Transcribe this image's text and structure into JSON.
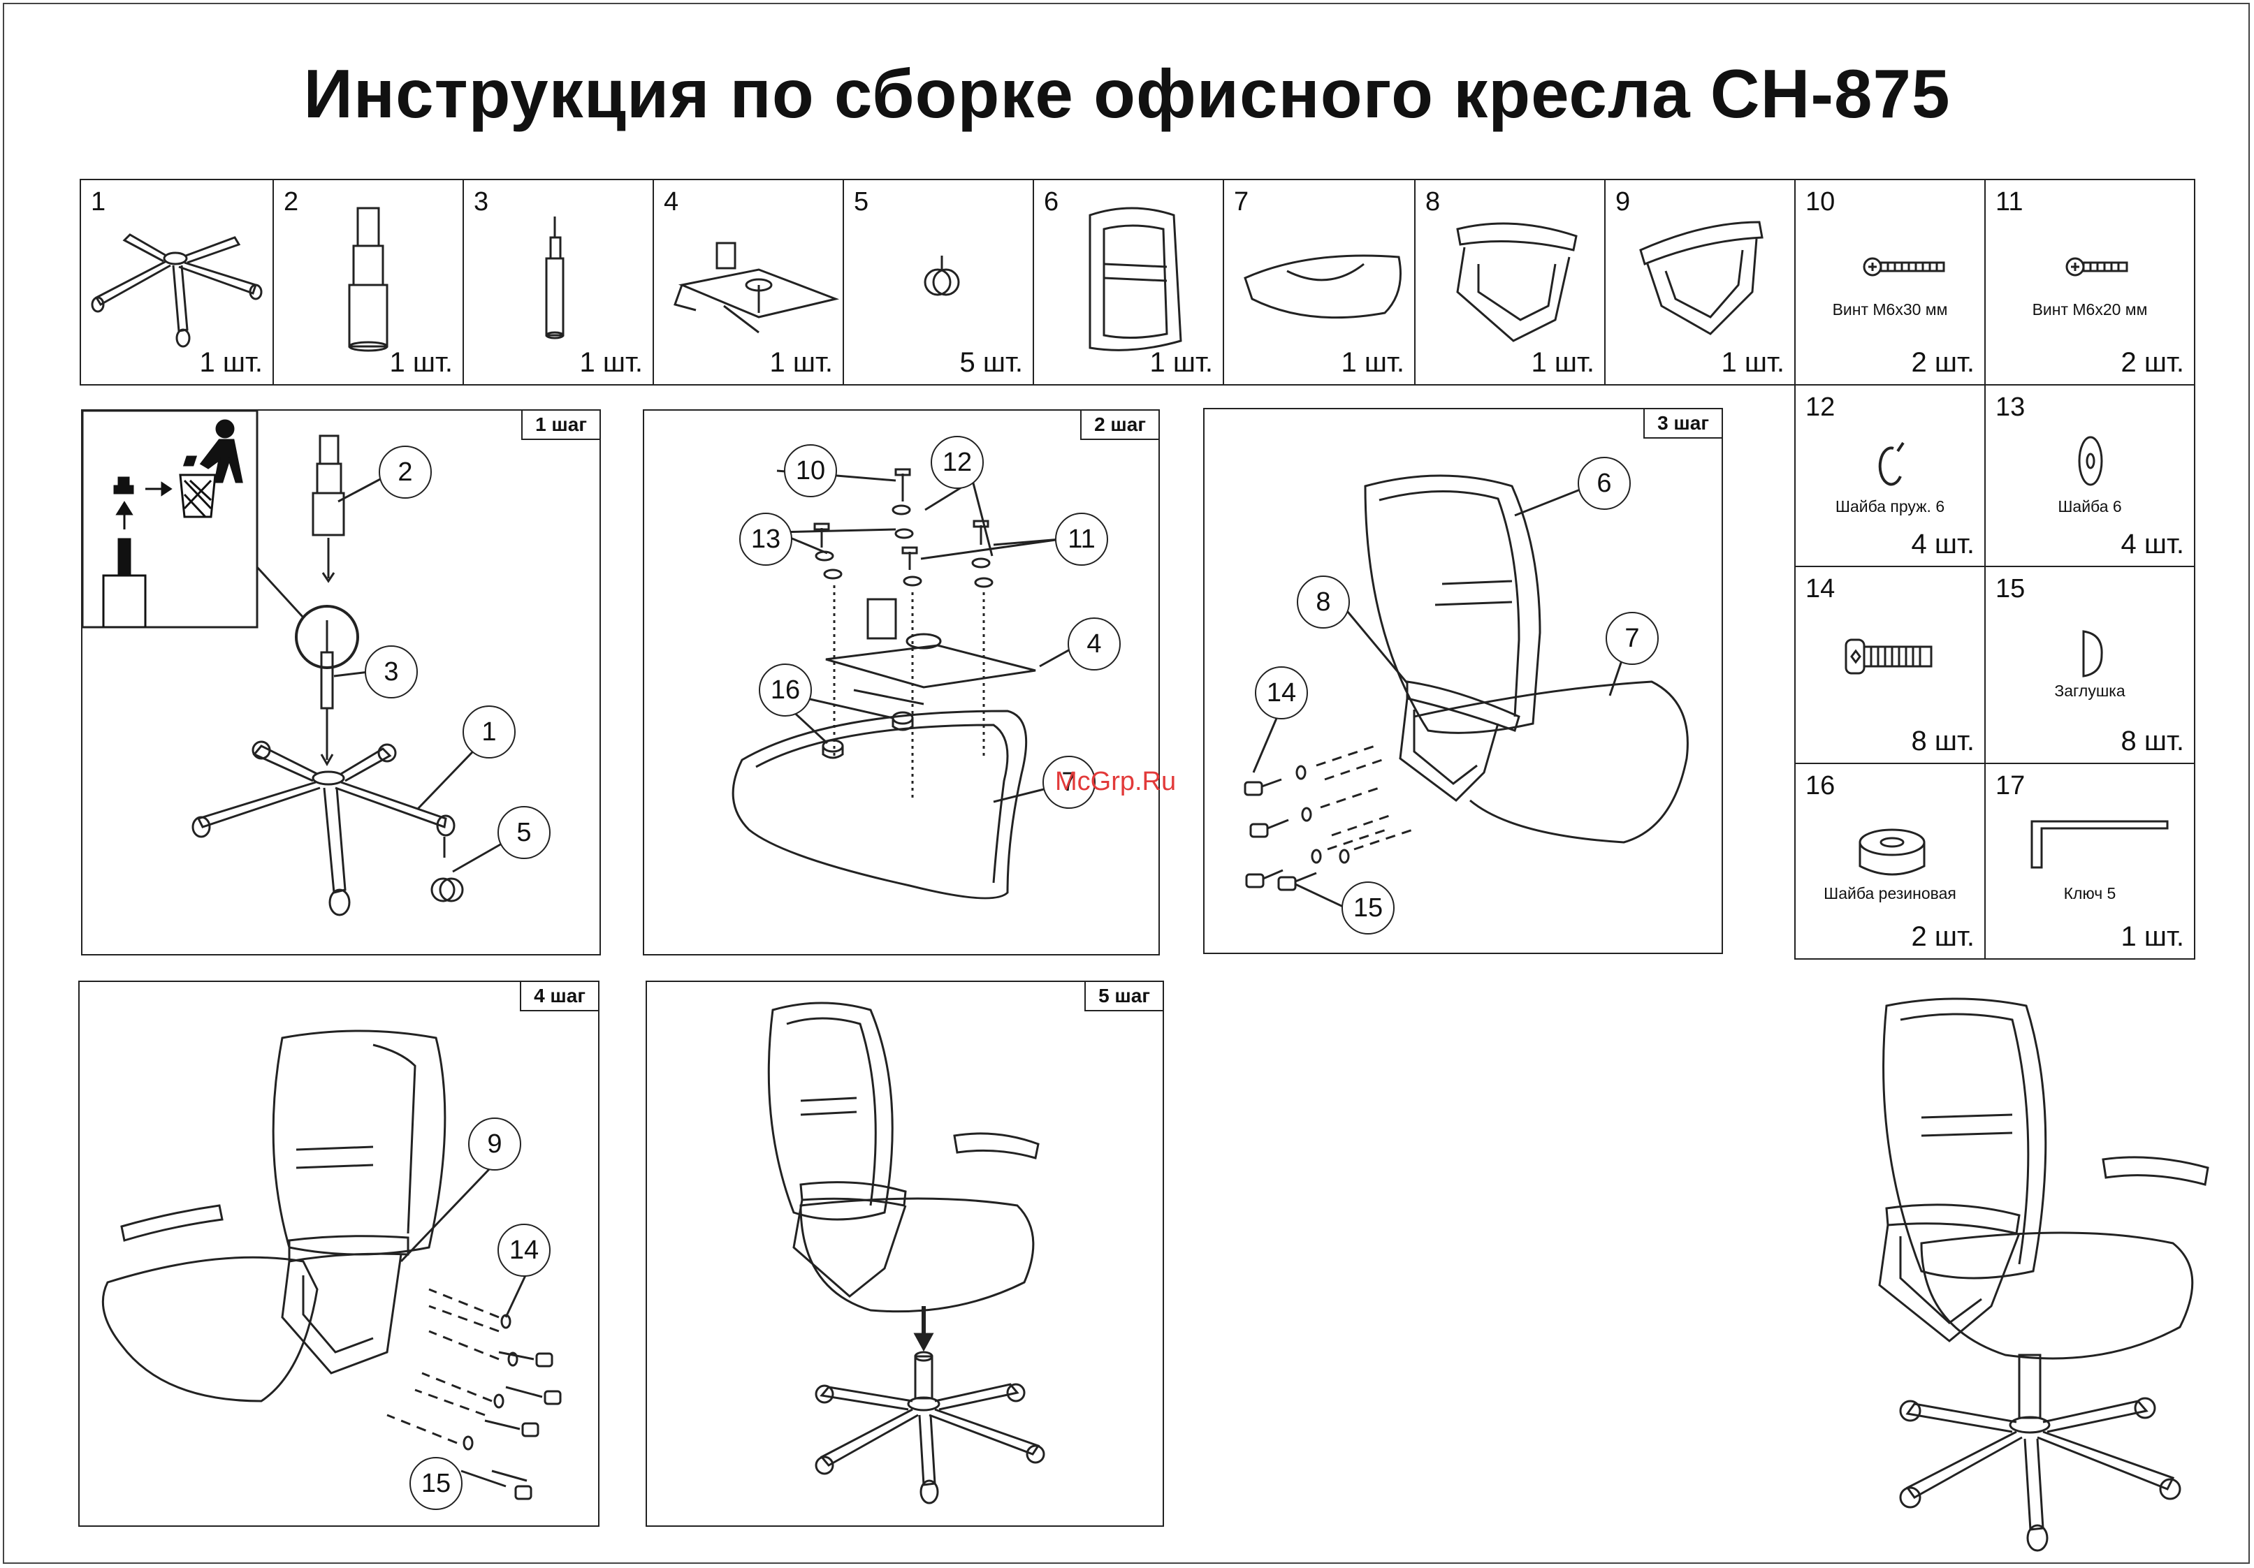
{
  "title": "Инструкция по сборке офисного кресла CH-875",
  "parts": [
    {
      "num": "1",
      "qty": "1 шт.",
      "caption": ""
    },
    {
      "num": "2",
      "qty": "1 шт.",
      "caption": ""
    },
    {
      "num": "3",
      "qty": "1 шт.",
      "caption": ""
    },
    {
      "num": "4",
      "qty": "1 шт.",
      "caption": ""
    },
    {
      "num": "5",
      "qty": "5 шт.",
      "caption": ""
    },
    {
      "num": "6",
      "qty": "1 шт.",
      "caption": ""
    },
    {
      "num": "7",
      "qty": "1 шт.",
      "caption": ""
    },
    {
      "num": "8",
      "qty": "1 шт.",
      "caption": ""
    },
    {
      "num": "9",
      "qty": "1 шт.",
      "caption": ""
    },
    {
      "num": "10",
      "qty": "2 шт.",
      "caption": "Винт М6х30 мм"
    },
    {
      "num": "11",
      "qty": "2 шт.",
      "caption": "Винт М6х20 мм"
    },
    {
      "num": "12",
      "qty": "4 шт.",
      "caption": "Шайба пруж. 6"
    },
    {
      "num": "13",
      "qty": "4 шт.",
      "caption": "Шайба 6"
    },
    {
      "num": "14",
      "qty": "8 шт.",
      "caption": ""
    },
    {
      "num": "15",
      "qty": "8 шт.",
      "caption": "Заглушка"
    },
    {
      "num": "16",
      "qty": "2 шт.",
      "caption": "Шайба резиновая"
    },
    {
      "num": "17",
      "qty": "1  шт.",
      "caption": "Ключ 5"
    }
  ],
  "steps": [
    {
      "label": "1 шаг",
      "callouts": [
        "2",
        "3",
        "1",
        "5"
      ]
    },
    {
      "label": "2 шаг",
      "callouts": [
        "10",
        "12",
        "13",
        "11",
        "4",
        "16",
        "7"
      ]
    },
    {
      "label": "3 шаг",
      "callouts": [
        "6",
        "8",
        "7",
        "14",
        "15"
      ]
    },
    {
      "label": "4 шаг",
      "callouts": [
        "9",
        "14",
        "15"
      ]
    },
    {
      "label": "5 шаг",
      "callouts": []
    }
  ],
  "watermark": "McGrp.Ru",
  "icons": [
    "chair-base-icon",
    "gas-lift-icon",
    "tilt-mechanism-icon",
    "caster-icon",
    "backrest-icon",
    "seat-icon",
    "armrest-icon",
    "screw-icon",
    "spring-washer-icon",
    "flat-washer-icon",
    "bolt-icon",
    "cap-icon",
    "rubber-washer-icon",
    "hex-key-icon",
    "trash-bin-icon",
    "chair-assembled-icon"
  ]
}
